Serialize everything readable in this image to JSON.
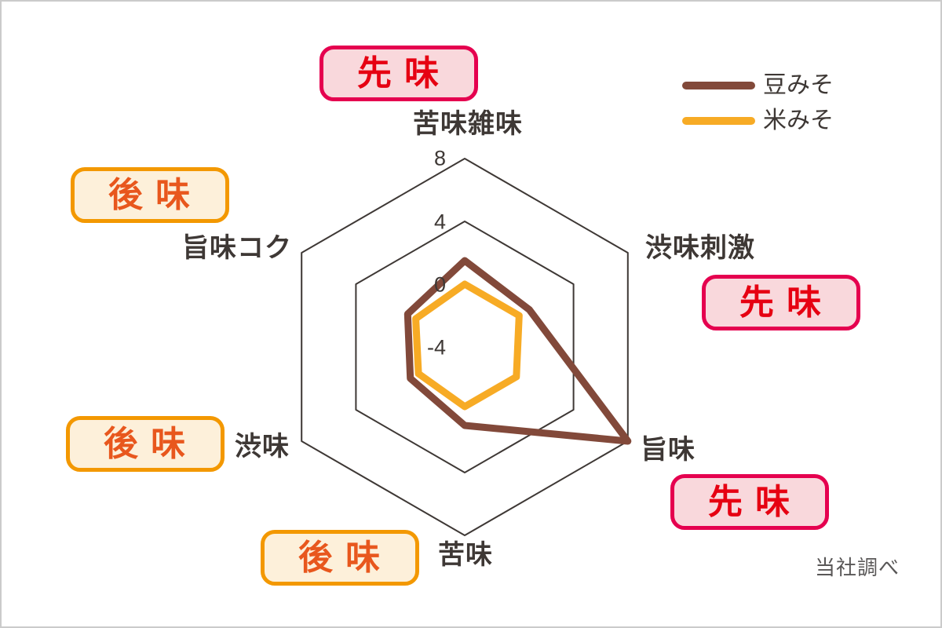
{
  "chart_data": {
    "type": "radar",
    "axes": [
      "苦味雑味",
      "渋味刺激",
      "旨味",
      "苦味",
      "渋味",
      "旨味コク"
    ],
    "scale": {
      "min": -4,
      "max": 8,
      "tick_labels": [
        "8",
        "4",
        "0",
        "-4"
      ],
      "grid_rings": [
        4,
        8
      ]
    },
    "series": [
      {
        "name": "豆みそ",
        "color": "#82493a",
        "values": [
          1.5,
          0.75,
          8,
          1,
          0,
          0.2
        ]
      },
      {
        "name": "米みそ",
        "color": "#f7ab25",
        "values": [
          0,
          0,
          -0.2,
          -0.2,
          -0.6,
          -0.4
        ]
      }
    ],
    "grid_color": "#3e3835",
    "legend_position": "top-right",
    "title": ""
  },
  "badges": [
    {
      "label": "先 味",
      "style": "saki",
      "position": "top"
    },
    {
      "label": "後 味",
      "style": "ato",
      "position": "upper-left"
    },
    {
      "label": "先 味",
      "style": "saki",
      "position": "right"
    },
    {
      "label": "後 味",
      "style": "ato",
      "position": "lower-left"
    },
    {
      "label": "後 味",
      "style": "ato",
      "position": "bottom"
    },
    {
      "label": "先 味",
      "style": "saki",
      "position": "lower-right"
    }
  ],
  "footer": {
    "note": "当社調べ"
  },
  "theme": {
    "saki_border": "#e5004f",
    "saki_bg": "#f9d8dc",
    "saki_text": "#e60012",
    "ato_border": "#f39800",
    "ato_bg": "#fdf0da",
    "ato_text": "#e8571d",
    "label_color": "#3e3835",
    "note_color": "#595757",
    "frame_border": "#cbcbcb",
    "background": "#ffffff"
  }
}
